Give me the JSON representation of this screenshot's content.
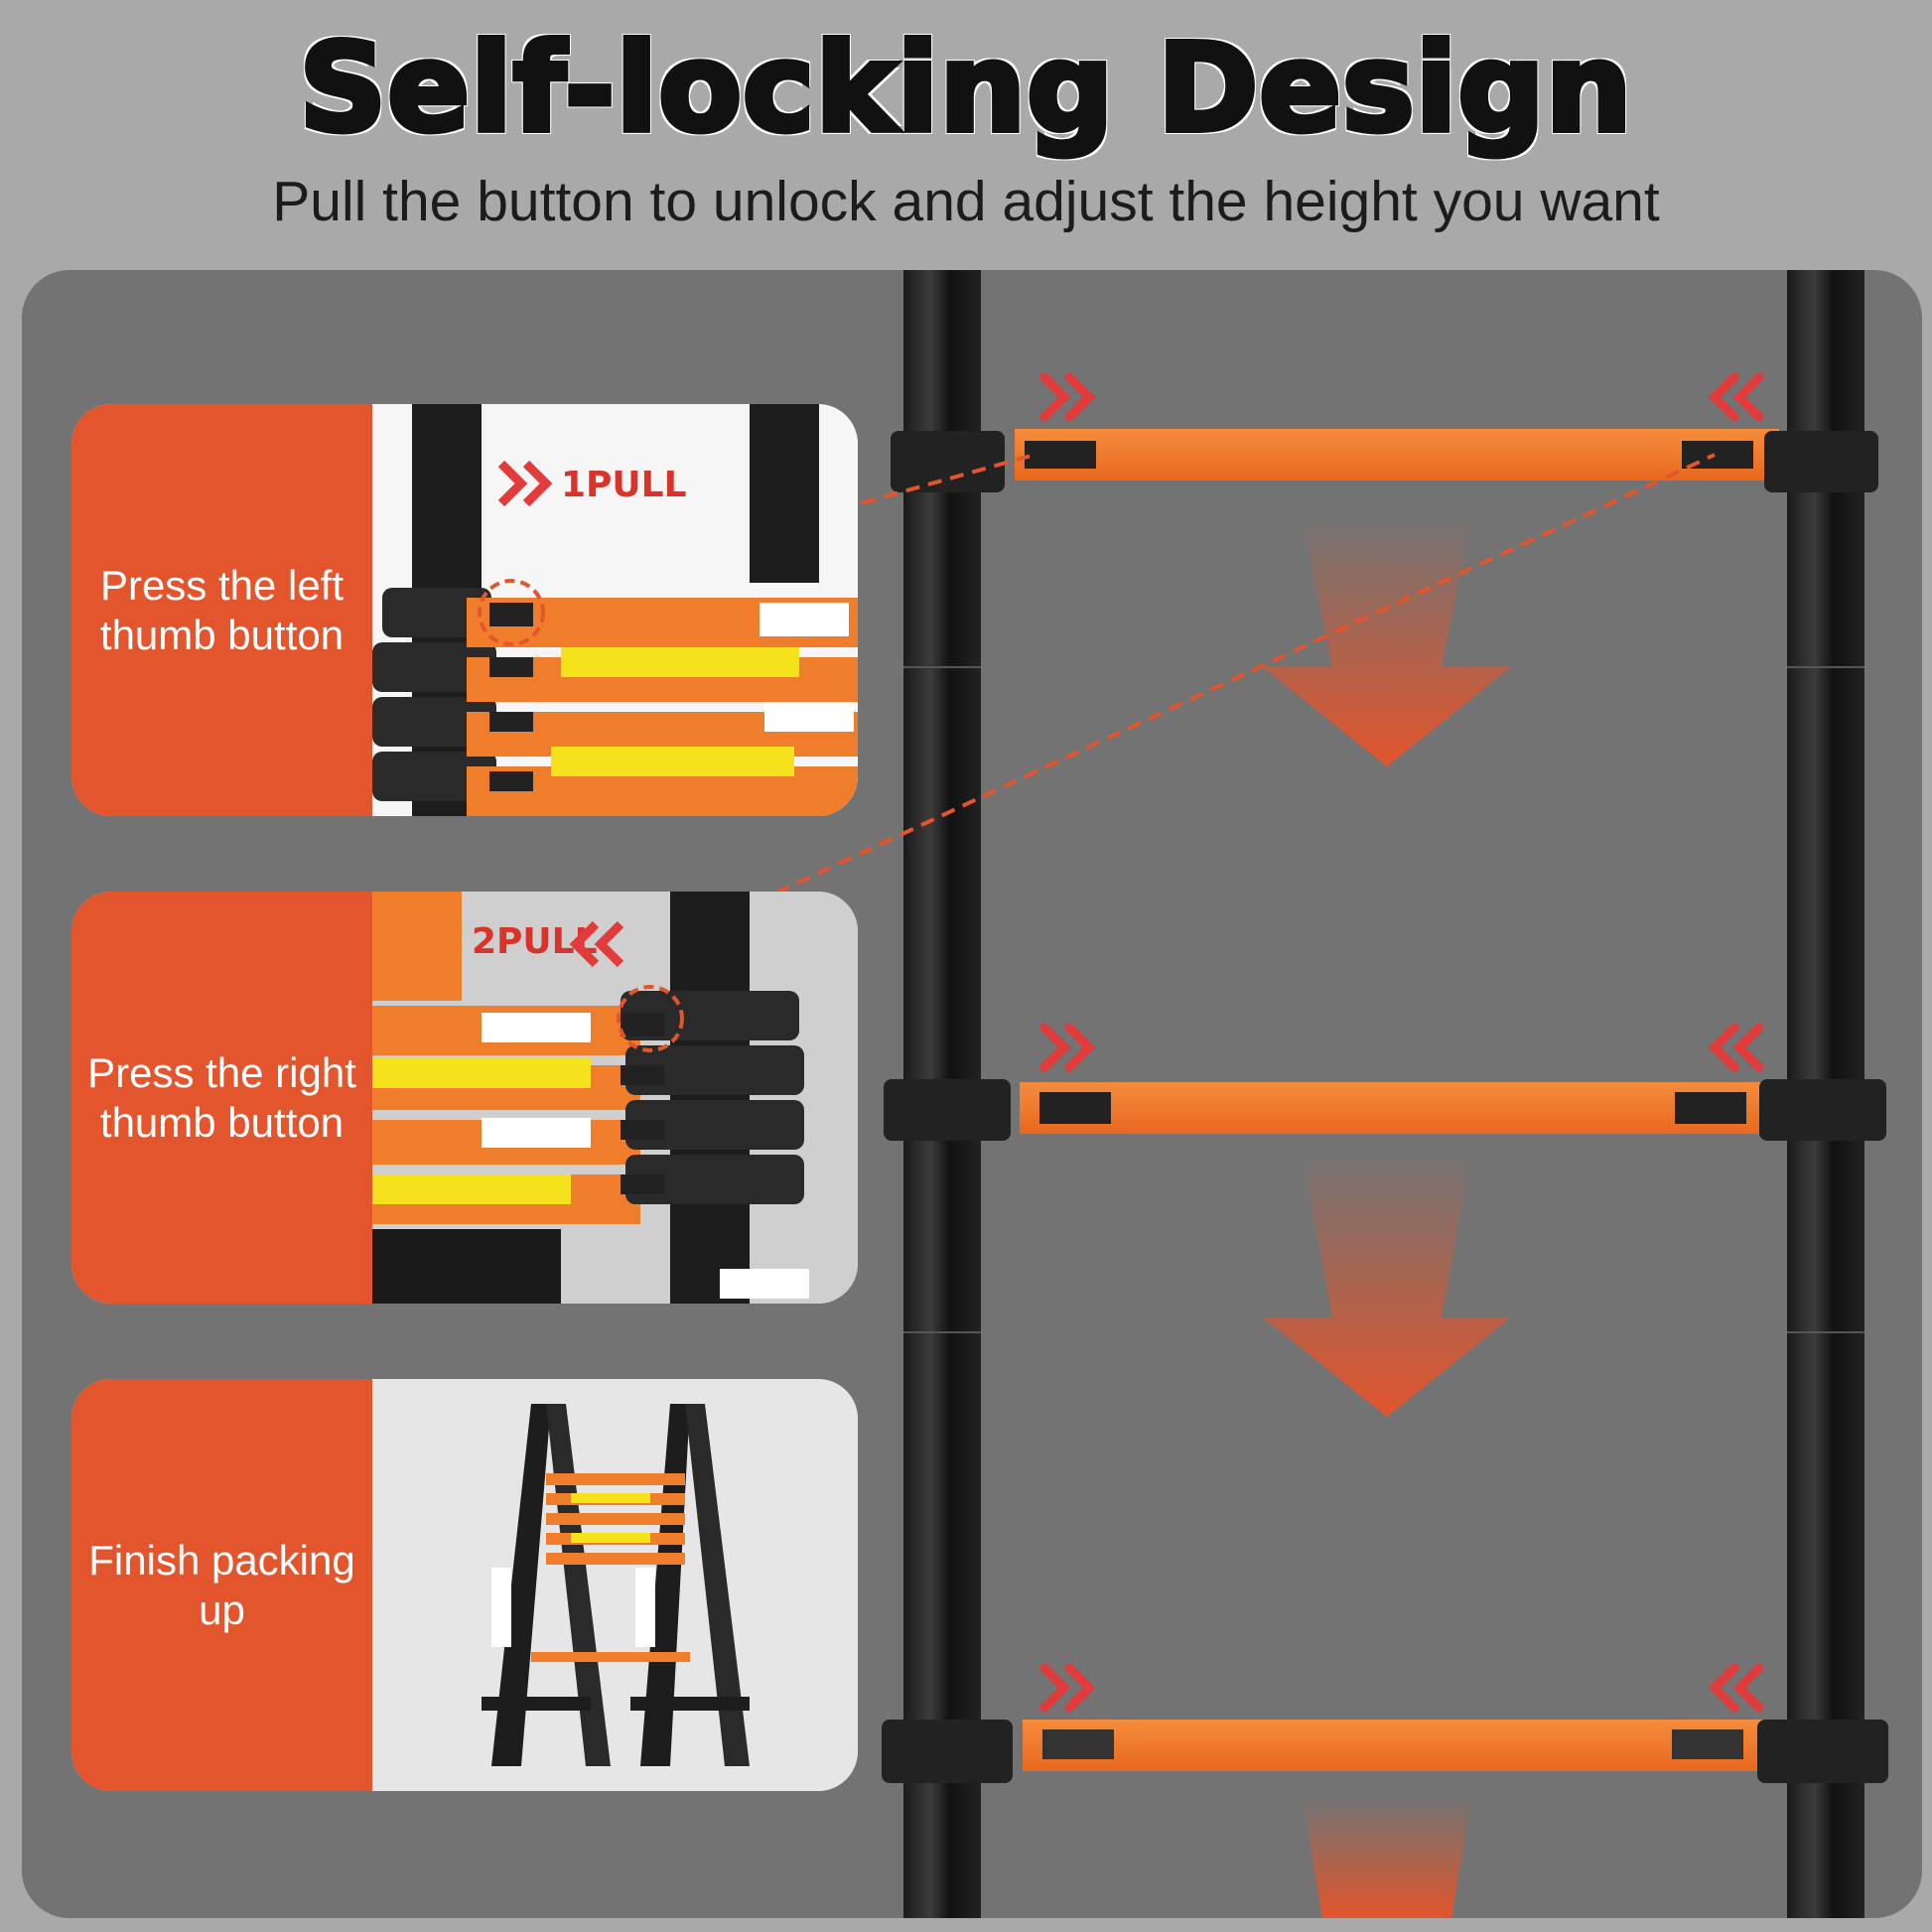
{
  "header": {
    "title": "Self-locking Design",
    "subtitle": "Pull the button to unlock and adjust the height you want"
  },
  "steps": [
    {
      "label": "Press the left thumb button",
      "pull_label": "1PULL"
    },
    {
      "label": "Press the right thumb button",
      "pull_label": "2PULL"
    },
    {
      "label": "Finish packing up"
    }
  ],
  "colors": {
    "accent_orange": "#e2552d",
    "rung_orange": "#f27a2e",
    "pull_red": "#d9332a",
    "background": "#a9a9a9",
    "panel": "#737373"
  },
  "icons": [
    "double-chevron-right-icon",
    "double-chevron-left-icon",
    "down-arrow-icon",
    "dashed-circle-icon"
  ]
}
